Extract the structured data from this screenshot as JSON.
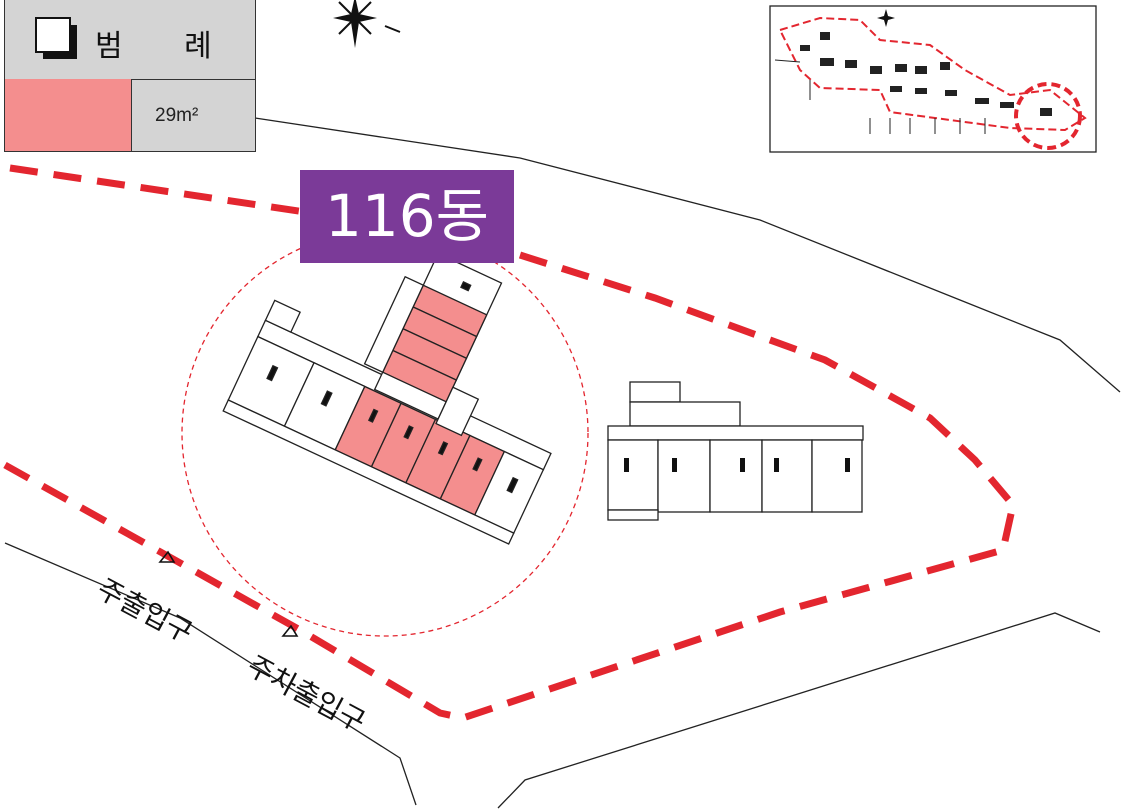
{
  "legend": {
    "title": "범 례",
    "area_label": "29m²",
    "swatch_color": "#f48e8e"
  },
  "building_label": {
    "text": "116동",
    "color": "#7b3a98"
  },
  "road_labels": {
    "main_entrance": "주출입구",
    "parking_entrance": "주차출입구"
  },
  "colors": {
    "boundary_dash": "#e3262f",
    "highlight_unit": "#f48e8e"
  },
  "icons": [
    "compass-icon",
    "north-arrow-icon"
  ]
}
